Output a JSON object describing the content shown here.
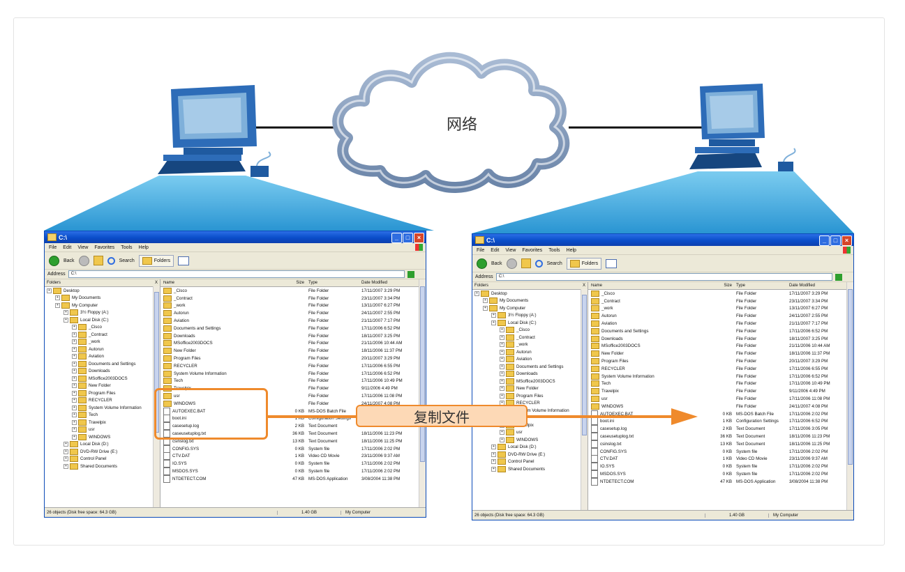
{
  "diagram": {
    "cloud_label": "网络",
    "copy_label": "复制文件",
    "colors": {
      "line": "#111111",
      "cloud_stroke": "#7d93b3",
      "cloud_fill": "#ffffff",
      "beam": "#3aa8dc",
      "arrow": "#ef8a2c",
      "copy_fill": "#fdd9b6",
      "monitor": "#1a5aa8"
    }
  },
  "explorer": {
    "title": "C:\\",
    "menu": [
      "File",
      "Edit",
      "View",
      "Favorites",
      "Tools",
      "Help"
    ],
    "toolbar": {
      "back": "Back",
      "search": "Search",
      "folders": "Folders"
    },
    "address_label": "Address",
    "address_value": "C:\\",
    "go_label": "Go",
    "folders_pane_title": "Folders",
    "close_glyph": "X",
    "tree": [
      {
        "label": "Desktop",
        "level": 0
      },
      {
        "label": "My Documents",
        "level": 1
      },
      {
        "label": "My Computer",
        "level": 1
      },
      {
        "label": "3½ Floppy (A:)",
        "level": 2
      },
      {
        "label": "Local Disk (C:)",
        "level": 2
      },
      {
        "label": "_Cisco",
        "level": 3
      },
      {
        "label": "_Contract",
        "level": 3
      },
      {
        "label": "_work",
        "level": 3
      },
      {
        "label": "Autorun",
        "level": 3
      },
      {
        "label": "Aviation",
        "level": 3
      },
      {
        "label": "Documents and Settings",
        "level": 3
      },
      {
        "label": "Downloads",
        "level": 3
      },
      {
        "label": "MSoffice2003DOCS",
        "level": 3
      },
      {
        "label": "New Folder",
        "level": 3
      },
      {
        "label": "Program Files",
        "level": 3
      },
      {
        "label": "RECYCLER",
        "level": 3
      },
      {
        "label": "System Volume Information",
        "level": 3
      },
      {
        "label": "Tech",
        "level": 3
      },
      {
        "label": "Travelpix",
        "level": 3
      },
      {
        "label": "usr",
        "level": 3
      },
      {
        "label": "WINDOWS",
        "level": 3
      },
      {
        "label": "Local Disk (D:)",
        "level": 2
      },
      {
        "label": "DVD-RW Drive (E:)",
        "level": 2
      },
      {
        "label": "Control Panel",
        "level": 2
      },
      {
        "label": "Shared Documents",
        "level": 2
      }
    ],
    "columns": {
      "name": "Name",
      "size": "Size",
      "type": "Type",
      "date": "Date Modified"
    },
    "files": [
      {
        "name": "_Cisco",
        "size": "",
        "type": "File Folder",
        "date": "17/11/2007 3:29 PM",
        "folder": true
      },
      {
        "name": "_Contract",
        "size": "",
        "type": "File Folder",
        "date": "23/11/2007 3:34 PM",
        "folder": true
      },
      {
        "name": "_work",
        "size": "",
        "type": "File Folder",
        "date": "13/11/2007 6:27 PM",
        "folder": true
      },
      {
        "name": "Autorun",
        "size": "",
        "type": "File Folder",
        "date": "24/11/2007 2:55 PM",
        "folder": true
      },
      {
        "name": "Aviation",
        "size": "",
        "type": "File Folder",
        "date": "21/11/2007 7:17 PM",
        "folder": true
      },
      {
        "name": "Documents and Settings",
        "size": "",
        "type": "File Folder",
        "date": "17/11/2006 6:52 PM",
        "folder": true
      },
      {
        "name": "Downloads",
        "size": "",
        "type": "File Folder",
        "date": "18/11/2007 3:25 PM",
        "folder": true
      },
      {
        "name": "MSoffice2003DOCS",
        "size": "",
        "type": "File Folder",
        "date": "21/11/2006 10:44 AM",
        "folder": true
      },
      {
        "name": "New Folder",
        "size": "",
        "type": "File Folder",
        "date": "18/11/2006 11:37 PM",
        "folder": true
      },
      {
        "name": "Program Files",
        "size": "",
        "type": "File Folder",
        "date": "20/11/2007 3:29 PM",
        "folder": true
      },
      {
        "name": "RECYCLER",
        "size": "",
        "type": "File Folder",
        "date": "17/11/2006 6:55 PM",
        "folder": true
      },
      {
        "name": "System Volume Information",
        "size": "",
        "type": "File Folder",
        "date": "17/11/2006 6:52 PM",
        "folder": true
      },
      {
        "name": "Tech",
        "size": "",
        "type": "File Folder",
        "date": "17/11/2006 10:49 PM",
        "folder": true
      },
      {
        "name": "Travelpix",
        "size": "",
        "type": "File Folder",
        "date": "9/11/2006 4:49 PM",
        "folder": true
      },
      {
        "name": "usr",
        "size": "",
        "type": "File Folder",
        "date": "17/11/2006 11:08 PM",
        "folder": true
      },
      {
        "name": "WINDOWS",
        "size": "",
        "type": "File Folder",
        "date": "24/11/2007 4:08 PM",
        "folder": true
      },
      {
        "name": "AUTOEXEC.BAT",
        "size": "0 KB",
        "type": "MS-DOS Batch File",
        "date": "17/11/2006 2:02 PM",
        "folder": false
      },
      {
        "name": "boot.ini",
        "size": "1 KB",
        "type": "Configuration Settings",
        "date": "17/11/2006 6:52 PM",
        "folder": false
      },
      {
        "name": "casesetup.log",
        "size": "2 KB",
        "type": "Text Document",
        "date": "17/11/2006 3:05 PM",
        "folder": false
      },
      {
        "name": "caseusetuplog.txt",
        "size": "36 KB",
        "type": "Text Document",
        "date": "18/11/2006 11:23 PM",
        "folder": false
      },
      {
        "name": "csinslog.txt",
        "size": "13 KB",
        "type": "Text Document",
        "date": "18/11/2006 11:25 PM",
        "folder": false
      },
      {
        "name": "CONFIG.SYS",
        "size": "0 KB",
        "type": "System file",
        "date": "17/11/2006 2:02 PM",
        "folder": false
      },
      {
        "name": "CTV.DAT",
        "size": "1 KB",
        "type": "Video CD Movie",
        "date": "23/11/2006 9:37 AM",
        "folder": false
      },
      {
        "name": "IO.SYS",
        "size": "0 KB",
        "type": "System file",
        "date": "17/11/2006 2:02 PM",
        "folder": false
      },
      {
        "name": "MSDOS.SYS",
        "size": "0 KB",
        "type": "System file",
        "date": "17/11/2006 2:02 PM",
        "folder": false
      },
      {
        "name": "NTDETECT.COM",
        "size": "47 KB",
        "type": "MS-DOS Application",
        "date": "3/08/2004 11:38 PM",
        "folder": false
      }
    ],
    "status": {
      "objects": "26 objects (Disk free space: 64.3 GB)",
      "size": "1.40 GB",
      "location": "My Computer"
    }
  }
}
